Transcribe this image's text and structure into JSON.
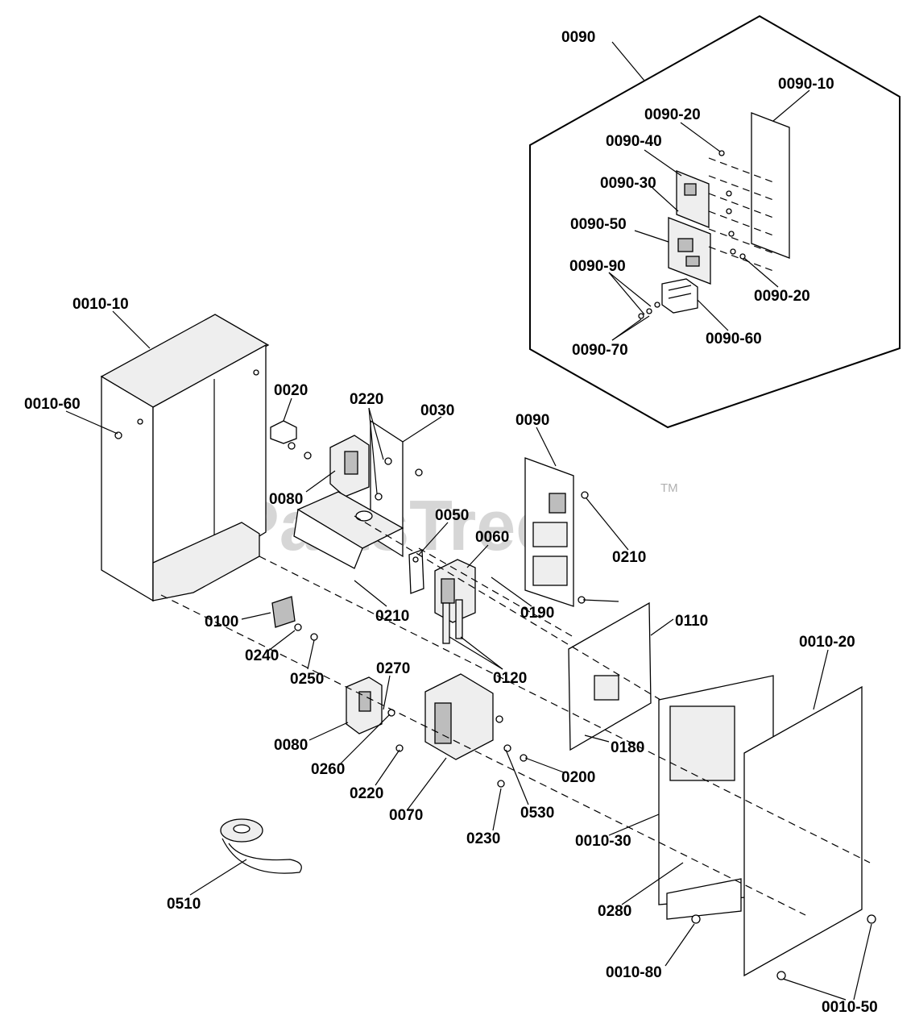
{
  "watermark": {
    "text": "PartsTree",
    "tm": "TM"
  },
  "labels": {
    "l0090_top": "0090",
    "l0090_10": "0090-10",
    "l0090_20a": "0090-20",
    "l0090_40": "0090-40",
    "l0090_30": "0090-30",
    "l0090_50": "0090-50",
    "l0090_90": "0090-90",
    "l0090_20b": "0090-20",
    "l0090_70": "0090-70",
    "l0090_60": "0090-60",
    "l0010_10": "0010-10",
    "l0010_60": "0010-60",
    "l0020": "0020",
    "l0220a": "0220",
    "l0030": "0030",
    "l0090_mid": "0090",
    "l0080a": "0080",
    "l0050": "0050",
    "l0060": "0060",
    "l0210a": "0210",
    "l0210b": "0210",
    "l0190": "0190",
    "l0100": "0100",
    "l0110": "0110",
    "l0010_20": "0010-20",
    "l0240": "0240",
    "l0120": "0120",
    "l0250": "0250",
    "l0270": "0270",
    "l0180": "0180",
    "l0080b": "0080",
    "l0260": "0260",
    "l0200": "0200",
    "l0220b": "0220",
    "l0530": "0530",
    "l0070": "0070",
    "l0010_30": "0010-30",
    "l0230": "0230",
    "l0510": "0510",
    "l0280": "0280",
    "l0010_80": "0010-80",
    "l0010_50": "0010-50"
  }
}
